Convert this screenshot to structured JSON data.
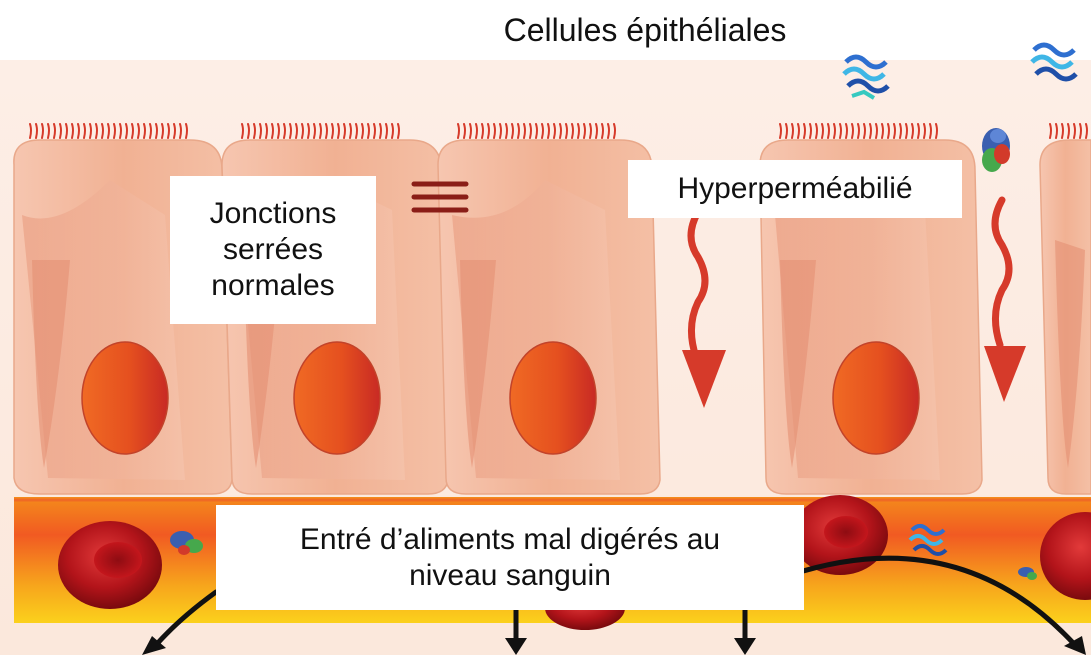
{
  "title": "Cellules épithéliales",
  "labels": {
    "normal_line1": "Jonctions",
    "normal_line2": "serrées",
    "normal_line3": "normales",
    "hyper": "Hyperperméabilié",
    "blood_line1": "Entré d’aliments mal digérés au",
    "blood_line2": "niveau sanguin"
  },
  "colors": {
    "cell_body": "#f2b9a0",
    "nucleus": "#e5501f",
    "arrow": "#d63a2a",
    "blood_vessel": "#f7a51c",
    "red_blood_cell": "#c4161c",
    "protein": "#3a7fd5"
  }
}
